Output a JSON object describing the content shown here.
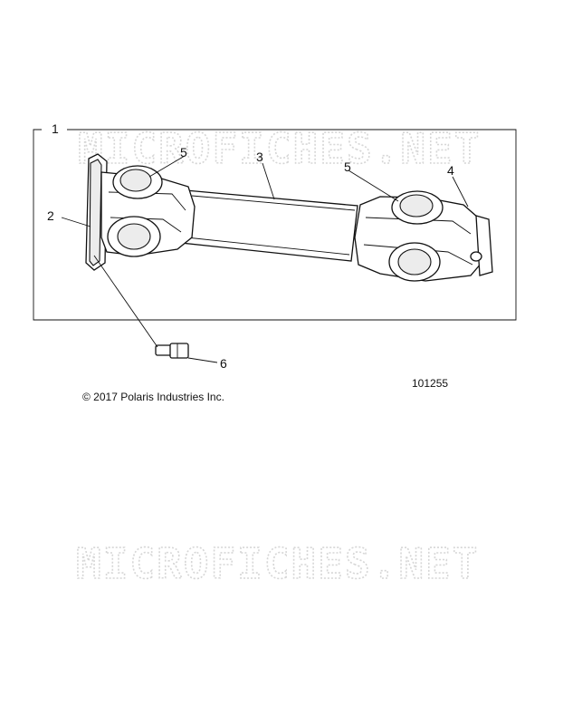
{
  "watermark": "MICROFICHES.NET",
  "callouts": [
    {
      "id": "1",
      "label": "1"
    },
    {
      "id": "2",
      "label": "2"
    },
    {
      "id": "3",
      "label": "3"
    },
    {
      "id": "4",
      "label": "4"
    },
    {
      "id": "5a",
      "label": "5"
    },
    {
      "id": "5b",
      "label": "5"
    },
    {
      "id": "6",
      "label": "6"
    }
  ],
  "copyright": "© 2017 Polaris Industries Inc.",
  "drawing_number": "101255"
}
